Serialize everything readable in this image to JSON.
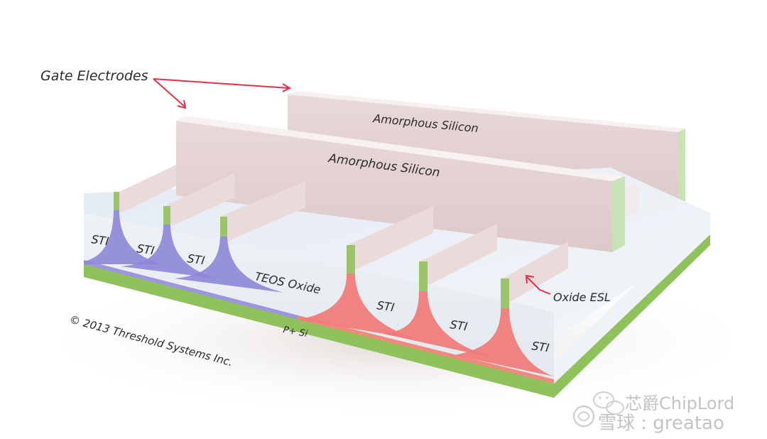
{
  "diagram": {
    "type": "3d-cross-section",
    "subject": "Replacement gate structure over STI with amorphous silicon dummy gates",
    "labels": {
      "gate_electrodes": "Gate Electrodes",
      "gate_back": "Amorphous Silicon",
      "gate_front": "Amorphous Silicon",
      "sti_1": "STI",
      "sti_2": "STI",
      "sti_3": "STI",
      "teos": "TEOS Oxide",
      "sti_4": "STI",
      "sti_5": "STI",
      "sti_6": "STI",
      "substrate": "P+ Si",
      "oxide_esl": "Oxide ESL"
    },
    "copyright": "© 2013 Threshold Systems Inc.",
    "colors": {
      "amorphous_silicon": "#e8d9d9",
      "oxide": "#e6edf3",
      "substrate": "#8fc25a",
      "nmos_fin": "#8d86d8",
      "pmos_fin": "#f07a78",
      "spacer_green": "#9cc46b",
      "arrow": "#e0304a"
    }
  },
  "watermark": {
    "line1": "芯爵ChipLord",
    "line2": "雪球 : greatao"
  }
}
